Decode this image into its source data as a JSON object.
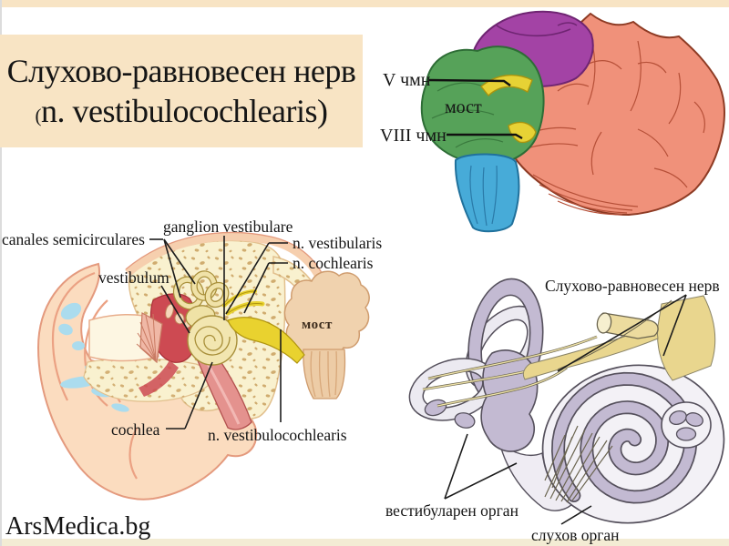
{
  "page": {
    "watermark": "ArsMedica.bg",
    "strip_color_top": "#f8e4c4",
    "strip_color_bottom": "#f3ecd4",
    "title_bg": "#f8e4c4"
  },
  "title": {
    "line1": "Слухово-равновесен нерв",
    "line2_prefix": "(",
    "line2": "n. vestibulocochlearis)"
  },
  "brainstem_figure": {
    "labels": {
      "cn_v": "V чмн",
      "pons": "мост",
      "cn_viii": "VIII чмн"
    },
    "colors": {
      "midbrain": "#a343a5",
      "pons": "#56a259",
      "medulla": "#47abd8",
      "nerve": "#e7d235",
      "cerebellum": "#f0917a"
    }
  },
  "ear_figure": {
    "labels": {
      "canales": "canales semicirculares",
      "ganglion": "ganglion vestibulare",
      "n_vestibularis": "n. vestibularis",
      "n_cochlearis": "n. cochlearis",
      "vestibulum": "vestibulum",
      "pons": "мост",
      "cochlea": "cochlea",
      "n_vestibulocochlearis": "n. vestibulocochlearis"
    },
    "colors": {
      "skin": "#fbdcbf",
      "bone": "#f9f1cf",
      "cavity_red": "#cd4a52",
      "labyrinth_yellow": "#e9d22f",
      "pons_beige": "#f0d2ae"
    }
  },
  "labyrinth_figure": {
    "labels": {
      "nerve": "Слухово-равновесен нерв",
      "vestibular_organ": "вестибуларен орган",
      "auditory_organ": "слухов орган"
    },
    "colors": {
      "membrane_lavender": "#c3bad2",
      "nerve_yellow": "#e9d68e"
    }
  }
}
